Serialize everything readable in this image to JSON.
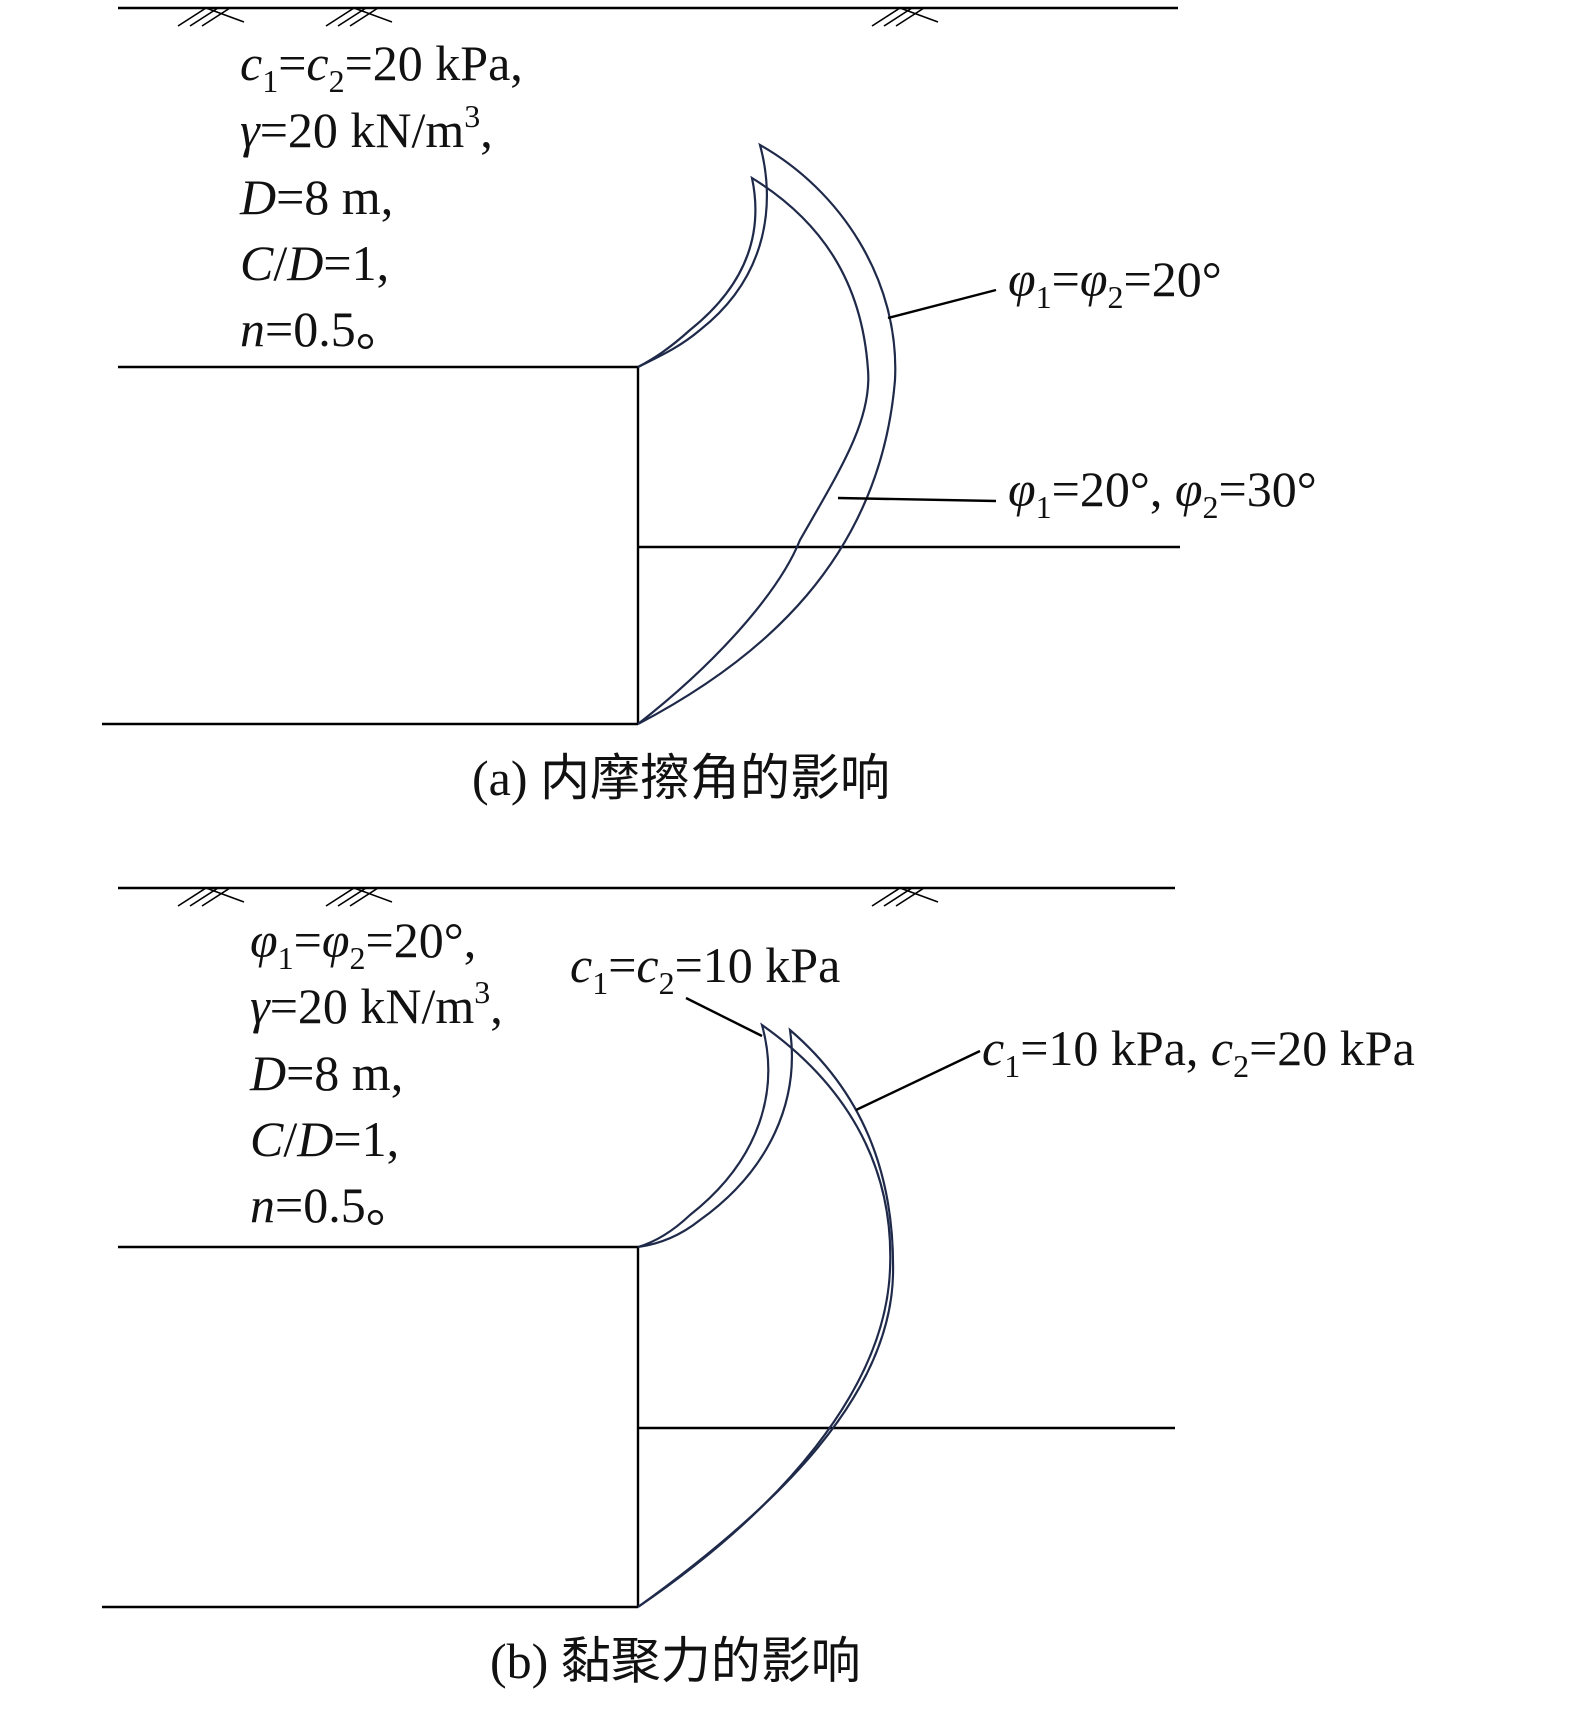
{
  "panel_a": {
    "caption": "(a) 内摩擦角的影响",
    "params": {
      "line1": {
        "c1": "c",
        "c1_sub": "1",
        "eq1": "=",
        "c2": "c",
        "c2_sub": "2",
        "rest": "=20 kPa,"
      },
      "line2": {
        "gamma": "γ",
        "rest": "=20 kN/m",
        "sup": "3",
        "end": ","
      },
      "line3": {
        "var": "D",
        "rest": "=8 m,"
      },
      "line4": {
        "var1": "C",
        "slash": "/",
        "var2": "D",
        "rest": "=1,"
      },
      "line5": {
        "var": "n",
        "rest": "=0.5。"
      }
    },
    "label_outer": {
      "phi1": "φ",
      "sub1": "1",
      "eq": "=",
      "phi2": "φ",
      "sub2": "2",
      "rest": "=20°"
    },
    "label_inner": {
      "phi1": "φ",
      "sub1": "1",
      "mid": "=20°, ",
      "phi2": "φ",
      "sub2": "2",
      "rest": "=30°"
    }
  },
  "panel_b": {
    "caption": "(b) 黏聚力的影响",
    "params": {
      "line1": {
        "phi1": "φ",
        "sub1": "1",
        "eq": "=",
        "phi2": "φ",
        "sub2": "2",
        "rest": "=20°,"
      },
      "line2": {
        "gamma": "γ",
        "rest": "=20 kN/m",
        "sup": "3",
        "end": ","
      },
      "line3": {
        "var": "D",
        "rest": "=8 m,"
      },
      "line4": {
        "var1": "C",
        "slash": "/",
        "var2": "D",
        "rest": "=1,"
      },
      "line5": {
        "var": "n",
        "rest": "=0.5。"
      }
    },
    "label_equal": {
      "c1": "c",
      "sub1": "1",
      "eq": "=",
      "c2": "c",
      "sub2": "2",
      "rest": "=10 kPa"
    },
    "label_diff": {
      "c1": "c",
      "sub1": "1",
      "mid": "=10 kPa, ",
      "c2": "c",
      "sub2": "2",
      "rest": "=20 kPa"
    }
  },
  "colors": {
    "lines": "#000000",
    "curves": "#1f2a4a",
    "text": "#111111"
  }
}
